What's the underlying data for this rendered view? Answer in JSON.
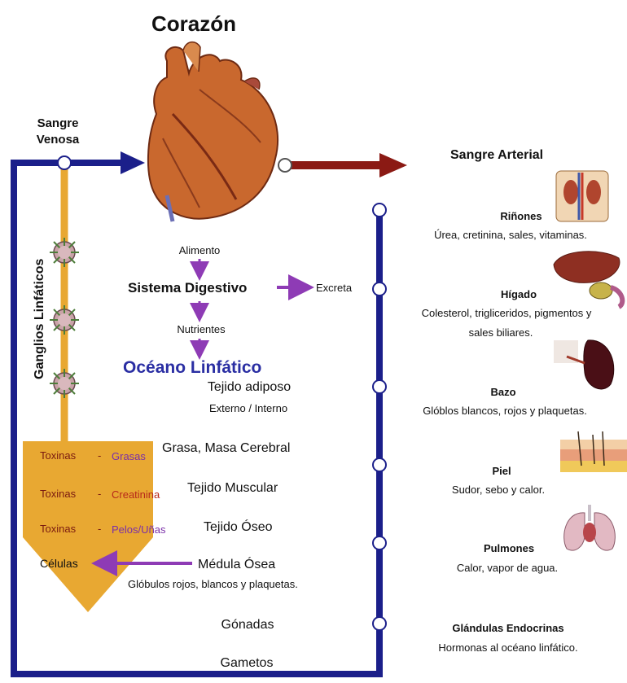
{
  "title": "Corazón",
  "left": {
    "venous_label": "Sangre\nVenosa",
    "ganglia_label": "Ganglios Linfáticos"
  },
  "center": {
    "alimento": "Alimento",
    "digestivo": "Sistema Digestivo",
    "excreta": "Excreta",
    "nutrientes": "Nutrientes",
    "oceano": "Océano Linfático",
    "tejido_adiposo": "Tejido adiposo",
    "externo_interno": "Externo / Interno",
    "grasa": "Grasa, Masa Cerebral",
    "muscular": "Tejido Muscular",
    "oseo": "Tejido Óseo",
    "medula": "Médula Ósea",
    "globulos": "Glóbulos rojos, blancos y plaquetas.",
    "gonadas": "Gónadas",
    "gametos": "Gametos"
  },
  "toxins": [
    {
      "left": "Toxinas",
      "dash": "-",
      "right": "Grasas"
    },
    {
      "left": "Toxinas",
      "dash": "-",
      "right": "Creatinina"
    },
    {
      "left": "Toxinas",
      "dash": "-",
      "right": "Pelos/Uñas"
    }
  ],
  "celulas": "Células",
  "right": {
    "arterial": "Sangre Arterial",
    "organs": [
      {
        "name": "Riñones",
        "desc": "Úrea, cretinina, sales, vitaminas."
      },
      {
        "name": "Hígado",
        "desc": "Colesterol, trigliceridos, pigmentos y",
        "desc2": "sales biliares."
      },
      {
        "name": "Bazo",
        "desc": "Glóblos blancos, rojos y plaquetas."
      },
      {
        "name": "Piel",
        "desc": "Sudor,  sebo y calor."
      },
      {
        "name": "Pulmones",
        "desc": "Calor, vapor de agua."
      },
      {
        "name": "Glándulas Endocrinas",
        "desc": "Hormonas al océano linfático."
      }
    ]
  },
  "colors": {
    "venous_blue": "#1b1f8a",
    "arterial_red": "#8b1a14",
    "lymph_orange": "#e8a832",
    "purple_arrow": "#8e3bb5"
  }
}
